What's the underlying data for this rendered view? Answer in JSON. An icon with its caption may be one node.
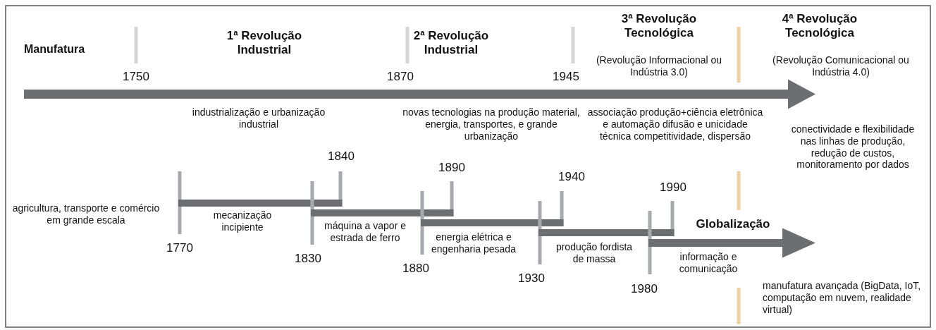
{
  "diagram": {
    "labels": [
      "Manufatura",
      "1ª Revolução Industrial",
      "2ª Revolução Industrial",
      "3ª Revolução Tecnológica",
      "(Revolução Informacional ou Indústria 3.0)",
      "4ª Revolução Tecnológica",
      "(Revolução Comunicacional ou Indústria 4.0)",
      "1750",
      "1870",
      "1945",
      "industrialização e urbanização industrial",
      "novas tecnologias na produção material, energia, transportes, e grande urbanização",
      "associação produção+ciência eletrônica e automação difusão e unicidade técnica competitividade, dispersão",
      "conectividade e flexibilidade nas linhas de produção, redução de custos, monitoramento por dados",
      "1840",
      "1890",
      "1940",
      "1990",
      "agricultura, transporte e comércio em grande escala",
      "mecanização incipiente",
      "Globalização",
      "máquina a vapor e estrada de ferro",
      "energia elétrica e engenharia pesada",
      "produção fordista de massa",
      "informação e comunicação",
      "1770",
      "1830",
      "1880",
      "1930",
      "1980",
      "manufatura avançada (BigData, IoT, computação em nuvem, realidade virtual)"
    ]
  }
}
